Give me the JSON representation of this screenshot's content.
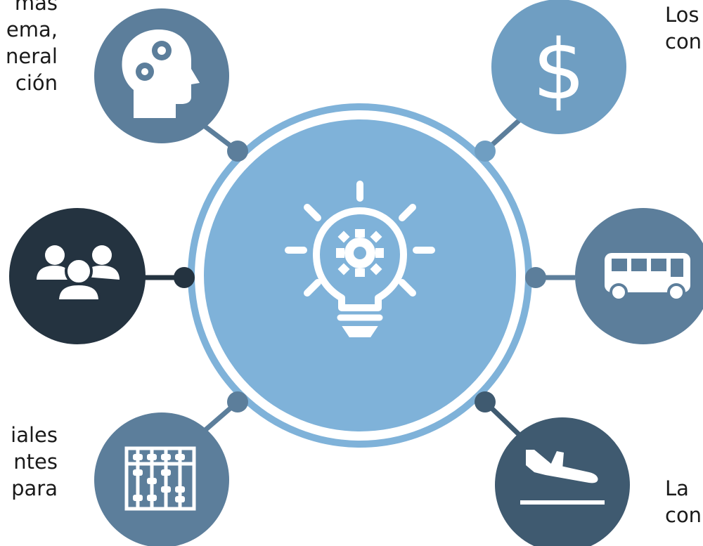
{
  "texts": {
    "top_left": [
      "mas",
      "ema,",
      "neral",
      "ción"
    ],
    "top_right": [
      "Los",
      "con"
    ],
    "bottom_left": [
      "iales",
      "ntes",
      "para"
    ],
    "bottom_right": [
      "La",
      "con"
    ]
  },
  "colors": {
    "center_fill": "#7fb2d9",
    "center_ring": "#7fb2d9",
    "node_steel": "#5c7e9b",
    "node_light": "#6f9ec2",
    "node_dark": "#243340",
    "node_slate": "#3f5a70",
    "connector": "#5c7e9b",
    "connector_dark": "#243340"
  },
  "icons": {
    "center": "lightbulb-gear-icon",
    "top_left": "head-gears-icon",
    "top_right": "dollar-icon",
    "left": "group-users-icon",
    "right": "bus-icon",
    "bottom_left": "abacus-icon",
    "bottom_right": "airplane-landing-icon"
  }
}
